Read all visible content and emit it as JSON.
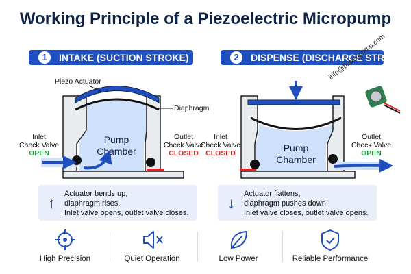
{
  "title": "Working Principle of a Piezoelectric Micropump",
  "stages": [
    {
      "number": "1",
      "label": "INTAKE (SUCTION STROKE)"
    },
    {
      "number": "2",
      "label": "DISPENSE (DISCHARGE STROKE)"
    }
  ],
  "labels": {
    "piezo_actuator": "Piezo Actuator",
    "diaphragm": "Diaphragm",
    "pump_chamber_1": "Pump",
    "pump_chamber_2": "Chamber",
    "inlet_1": "Inlet",
    "inlet_2": "Check Valve",
    "outlet_1": "Outlet",
    "outlet_2": "Check Valve",
    "open": "OPEN",
    "closed": "CLOSED"
  },
  "email": "info@bodenpump.com",
  "descriptions": [
    {
      "arrow": "↑",
      "lines": [
        "Actuator bends up,",
        "diaphragm rises.",
        "Inlet valve opens, outlet valve closes."
      ]
    },
    {
      "arrow": "↓",
      "lines": [
        "Actuator flattens,",
        "diaphragm pushes down.",
        "Inlet valve closes, outlet valve opens."
      ]
    }
  ],
  "features": [
    {
      "icon": "target-icon",
      "label": "High Precision"
    },
    {
      "icon": "speaker-mute-icon",
      "label": "Quiet Operation"
    },
    {
      "icon": "leaf-icon",
      "label": "Low Power"
    },
    {
      "icon": "shield-check-icon",
      "label": "Reliable Performance"
    }
  ],
  "colors": {
    "accent": "#1f4fbf",
    "open": "#1a9c3a",
    "closed": "#d12a2a",
    "fluid": "#cfe0fb",
    "title": "#0f2444"
  }
}
